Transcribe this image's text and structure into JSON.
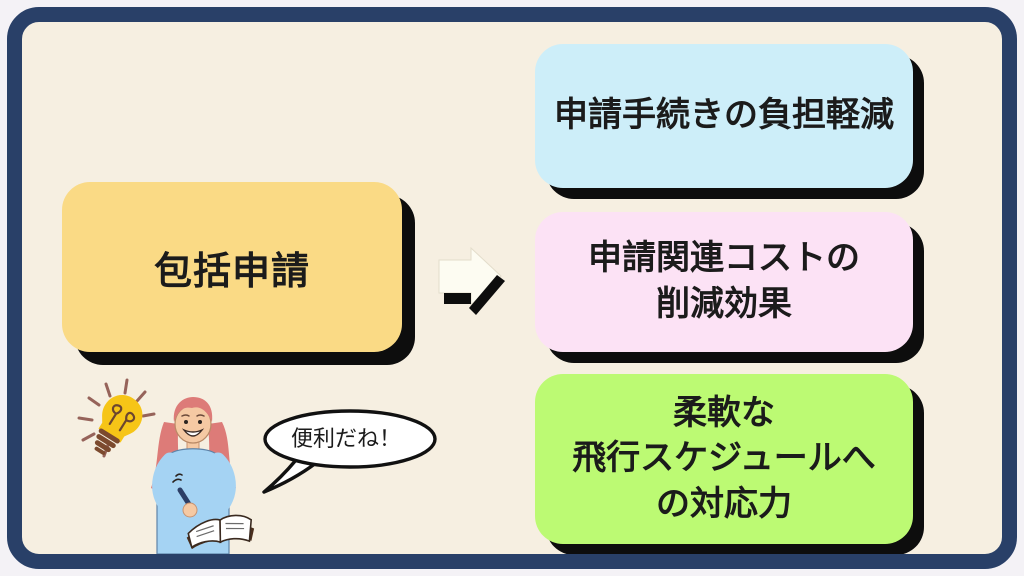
{
  "diagram": {
    "title_hint": "包括申請のメリット図解",
    "source": {
      "label": "包括申請",
      "bg": "#fada85"
    },
    "benefits": [
      {
        "label": "申請手続きの負担軽減",
        "bg": "#cdeef9"
      },
      {
        "label": "申請関連コストの\n削減効果",
        "bg": "#fce2f5"
      },
      {
        "label": "柔軟な\n飛行スケジュールへ\nの対応力",
        "bg": "#bcfa73"
      }
    ],
    "speech": {
      "text": "便利だね！"
    },
    "icons": {
      "arrow": "arrow-right-icon",
      "lightbulb": "lightbulb-icon",
      "character": "woman-writing-illustration"
    },
    "colors": {
      "frame": "#294068",
      "canvas": "#f6efe1",
      "shadow": "#0d0d0d",
      "text": "#1b1b1b",
      "bubble_fill": "#ffffff",
      "arrow_fill": "#fdfcf2"
    }
  }
}
